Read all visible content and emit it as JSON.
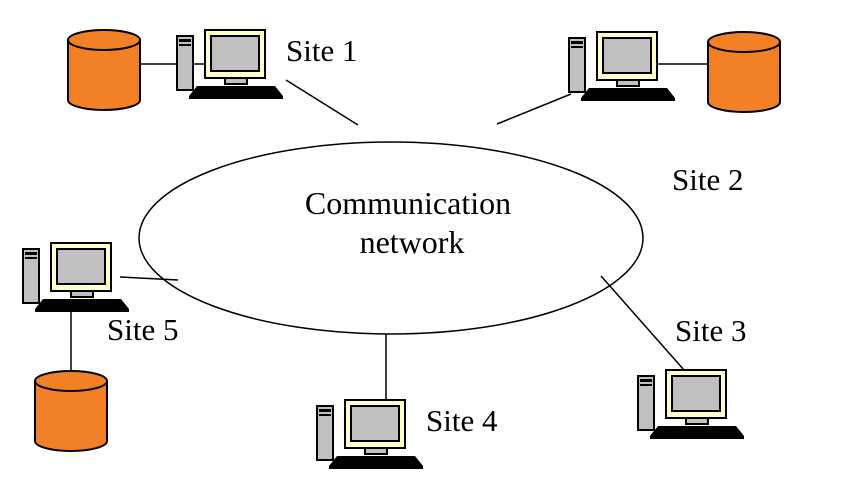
{
  "network": {
    "line1": "Communication",
    "line2": "network"
  },
  "sites": [
    {
      "label": "Site 1",
      "has_database": true
    },
    {
      "label": "Site 2",
      "has_database": true
    },
    {
      "label": "Site 3",
      "has_database": false
    },
    {
      "label": "Site 4",
      "has_database": false
    },
    {
      "label": "Site 5",
      "has_database": true
    }
  ],
  "colors": {
    "database_fill": "#F28026",
    "monitor_bezel": "#FFFFCC",
    "monitor_screen": "#C0C0C0",
    "tower": "#C0C0C0",
    "keyboard": "#000000",
    "lines": "#000000"
  },
  "icons": [
    "computer-icon",
    "database-icon"
  ]
}
